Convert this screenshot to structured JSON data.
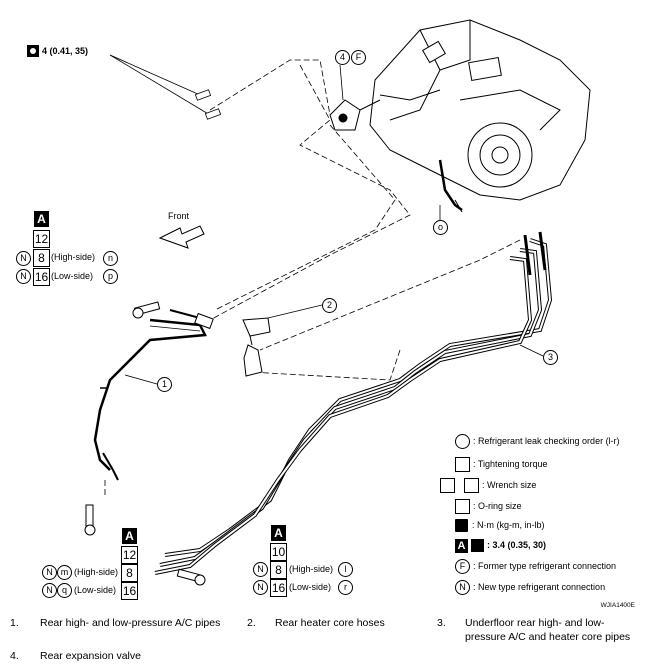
{
  "torque_top": "4 (0.41, 35)",
  "callout_4": "4",
  "callout_F": "F",
  "callout_o": "o",
  "callout_1": "1",
  "callout_2": "2",
  "callout_3": "3",
  "front_label": "Front",
  "block_left": {
    "a": "A",
    "torque": "12",
    "n_left": "N",
    "row1_size": "8",
    "row1_label": "(High-side)",
    "row1_circle": "n",
    "row2_size": "16",
    "row2_label": "(Low-side)",
    "row2_circle": "p"
  },
  "block_bottom_left": {
    "a": "A",
    "torque": "12",
    "n_left": "N",
    "row1_circle": "m",
    "row1_label": "(High-side)",
    "row1_size": "8",
    "row2_circle": "q",
    "row2_label": "(Low-side)",
    "row2_size": "16"
  },
  "block_bottom_right": {
    "a": "A",
    "torque": "10",
    "n_left": "N",
    "row1_size": "8",
    "row1_label": "(High-side)",
    "row1_circle": "l",
    "row2_size": "16",
    "row2_label": "(Low-side)",
    "row2_circle": "r"
  },
  "legend": {
    "leak": ": Refrigerant leak checking order (l-r)",
    "torque": ": Tightening torque",
    "wrench": ": Wrench size",
    "oring": ": O-ring size",
    "units": ": N·m (kg-m, in-lb)",
    "a_value": ": 3.4 (0.35, 30)",
    "a_letter": "A",
    "f_letter": "F",
    "f_text": ": Former type refrigerant connection",
    "n_letter": "N",
    "n_text": ": New type refrigerant connection"
  },
  "figure_code": "WJIA1400E",
  "captions": [
    {
      "num": "1.",
      "text": "Rear high- and low-pressure A/C pipes"
    },
    {
      "num": "2.",
      "text": "Rear heater core hoses"
    },
    {
      "num": "3.",
      "text": "Underfloor rear high- and low-pressure A/C and heater core pipes"
    },
    {
      "num": "4.",
      "text": "Rear expansion valve"
    }
  ],
  "colors": {
    "ink": "#000000",
    "paper": "#ffffff",
    "shade": "#9a9a9a"
  }
}
